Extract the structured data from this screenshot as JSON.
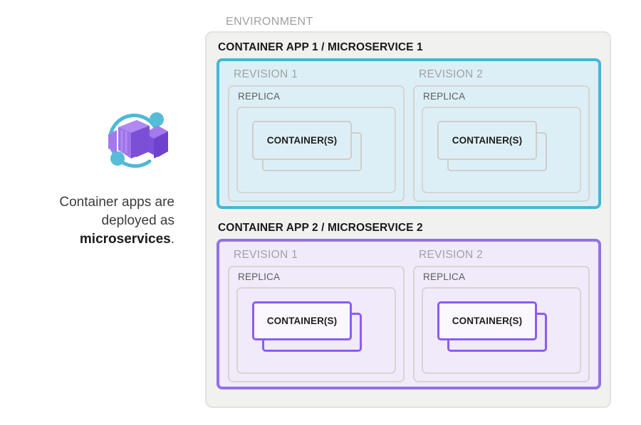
{
  "caption": {
    "line1": "Container apps are",
    "line2": "deployed as",
    "bold": "microservices",
    "period": "."
  },
  "icon": {
    "name": "azure-container-apps-icon",
    "arc_color": "#4db8d8",
    "box_color": "#8b5cf6"
  },
  "environment": {
    "label": "ENVIRONMENT",
    "background": "#f1f1f0",
    "border": "#e2e2e1"
  },
  "apps": [
    {
      "title": "CONTAINER APP 1 / MICROSERVICE 1",
      "accent": "#45b6d4",
      "fill": "#ddeff6",
      "revisions": [
        {
          "label": "REVISION 1",
          "replica_label": "REPLICA",
          "container_label": "CONTAINER(S)"
        },
        {
          "label": "REVISION 2",
          "replica_label": "REPLICA",
          "container_label": "CONTAINER(S)"
        }
      ]
    },
    {
      "title": "CONTAINER APP 2 / MICROSERVICE 2",
      "accent": "#9271e8",
      "fill": "#f0eafb",
      "revisions": [
        {
          "label": "REVISION 1",
          "replica_label": "REPLICA",
          "container_label": "CONTAINER(S)"
        },
        {
          "label": "REVISION 2",
          "replica_label": "REPLICA",
          "container_label": "CONTAINER(S)"
        }
      ]
    }
  ]
}
